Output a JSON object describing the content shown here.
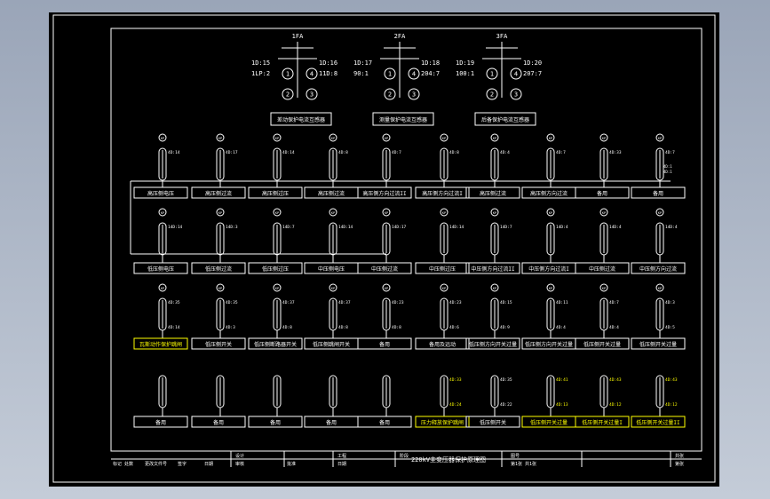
{
  "drawing": {
    "transformers": [
      {
        "name": "1FA",
        "left_label": "1D:15",
        "right_label": "1D:16",
        "left_sub": "1LP:2",
        "right_sub": "11D:8",
        "caption": "差动保护电流互感器"
      },
      {
        "name": "2FA",
        "left_label": "1D:17",
        "right_label": "1D:18",
        "left_sub": "90:1",
        "right_sub": "204:7",
        "caption": "测量保护电流互感器"
      },
      {
        "name": "3FA",
        "left_label": "1D:19",
        "right_label": "1D:20",
        "left_sub": "100:1",
        "right_sub": "207:7",
        "caption": "后备保护电流互感器"
      }
    ],
    "coil_markers": [
      "1",
      "2",
      "3",
      "4"
    ],
    "rows": [
      {
        "relay_label": "KP",
        "terminals": [
          "4D:14",
          "4D:17",
          "4D:14",
          "4D:8",
          "4D:7",
          "4D:8",
          "4D:4",
          "4D:7",
          "4D:33",
          "4D:7"
        ],
        "extra_terminals": [
          "4D:1",
          "4D:1"
        ],
        "labels": [
          "高压侧电压",
          "高压侧过流",
          "高压侧过压",
          "高压侧过流",
          "高压侧方向过流II",
          "高压侧方向过流I",
          "高压侧过流",
          "高压侧方向过流",
          "备用",
          "备用"
        ]
      },
      {
        "relay_label": "KP",
        "terminals": [
          "14D:14",
          "14D:3",
          "14D:7",
          "14D:14",
          "14D:17",
          "14D:14",
          "14D:7",
          "14D:4",
          "14D:4",
          "14D:4"
        ],
        "labels": [
          "低压侧电压",
          "低压侧过流",
          "低压侧过压",
          "中压侧电压",
          "中压侧过流",
          "中压侧过压",
          "中压侧方向过流II",
          "中压侧方向过流I",
          "中压侧过流",
          "中压侧方向过流"
        ]
      },
      {
        "relay_label": "KP",
        "terminals": [
          "4D:35",
          "4D:35",
          "4D:37",
          "4D:37",
          "4D:23",
          "4D:23",
          "4D:15",
          "4D:11",
          "4D:7",
          "4D:3"
        ],
        "terminals_lower": [
          "4D:14",
          "4D:3",
          "4D:8",
          "4D:8",
          "4D:8",
          "4D:6",
          "4D:9",
          "4D:4",
          "4D:4",
          "4D:5"
        ],
        "labels": [
          "瓦斯动作保护跳闸",
          "低压侧开关",
          "低压侧断路器开关",
          "低压侧跳闸开关",
          "备用",
          "备用及远动",
          "低压侧方向开关过量",
          "低压侧方向开关过量",
          "低压侧开关过量",
          "低压侧开关过量"
        ],
        "highlight": [
          0
        ]
      },
      {
        "relay_label": "",
        "terminals": [
          "",
          "",
          "",
          "",
          "",
          "4D:33",
          "4D:35",
          "4D:41",
          "4D:43",
          "4D:43"
        ],
        "terminals_lower": [
          "",
          "",
          "",
          "",
          "",
          "4D:24",
          "4D:22",
          "4D:13",
          "4D:12",
          "4D:12"
        ],
        "labels": [
          "备用",
          "备用",
          "备用",
          "备用",
          "备用",
          "压力释放保护跳闸",
          "低压侧开关",
          "低压侧开关过量",
          "低压侧开关过量I",
          "低压侧开关过量II"
        ],
        "highlight": [
          5,
          7,
          8,
          9
        ]
      }
    ],
    "title_block": {
      "row1": [
        "设计",
        "",
        "工程",
        "",
        "阶段",
        ""
      ],
      "row2": [
        "标记",
        "处数",
        "更改文件号",
        "签字",
        "日期",
        "审核",
        "",
        "批准",
        "",
        "日期",
        ""
      ],
      "title": "220kV主变压器保护原理图",
      "drawing_no": "图号",
      "sheet": "第1张 共1张",
      "right_top": "共张",
      "right_bottom": "第张"
    },
    "colors": {
      "line": "#ffffff",
      "highlight": "#ffff00",
      "sheet": "#000000"
    }
  }
}
